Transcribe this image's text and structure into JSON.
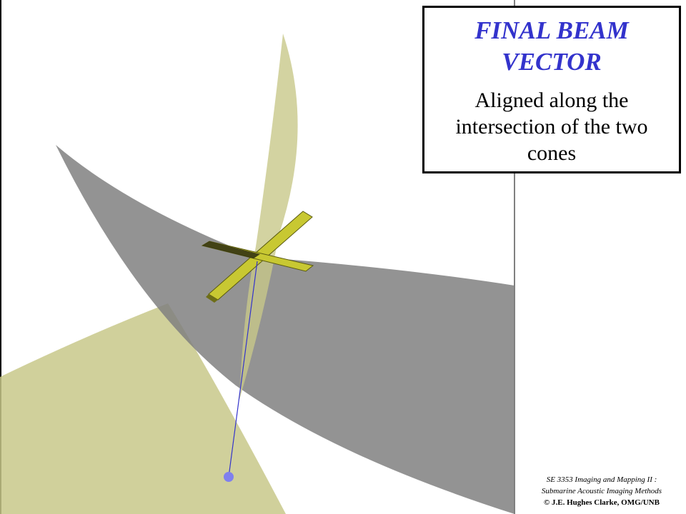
{
  "slide": {
    "title_line1": "FINAL BEAM",
    "title_line2": "VECTOR",
    "subtitle_line1": "Aligned along the",
    "subtitle_line2": "intersection of the two",
    "subtitle_line3": "cones"
  },
  "footer": {
    "line1": "SE 3353 Imaging and Mapping II :",
    "line2": "Submarine Acoustic Imaging Methods",
    "line3": "© J.E. Hughes Clarke, OMG/UNB"
  },
  "colors": {
    "title": "#3333cc",
    "grey_cone": "#8c8c8c",
    "yellow_cone": "#c8c88a",
    "transducer_cross": "#c8c832",
    "beam_vector": "#3333cc",
    "beam_endpoint": "#8080ee"
  }
}
